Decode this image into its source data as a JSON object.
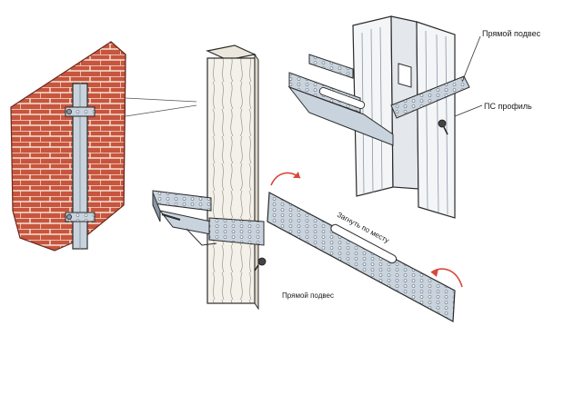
{
  "labels": {
    "direct_hanger_top": "Прямой подвес",
    "ps_profile": "ПС  профиль",
    "bend_in_place": "Загнуть по месту",
    "direct_hanger_bottom": "Прямой подвес"
  },
  "colors": {
    "brick": "#c8553d",
    "mortar": "#f3e4d8",
    "metal": "#c9d3de",
    "metal_dark": "#8a97a6",
    "wood": "#f4f1ea",
    "arrow": "#d9473a",
    "outline": "#2b2b2b"
  },
  "icons": [
    "screw-icon",
    "bend-arrow-icon"
  ]
}
